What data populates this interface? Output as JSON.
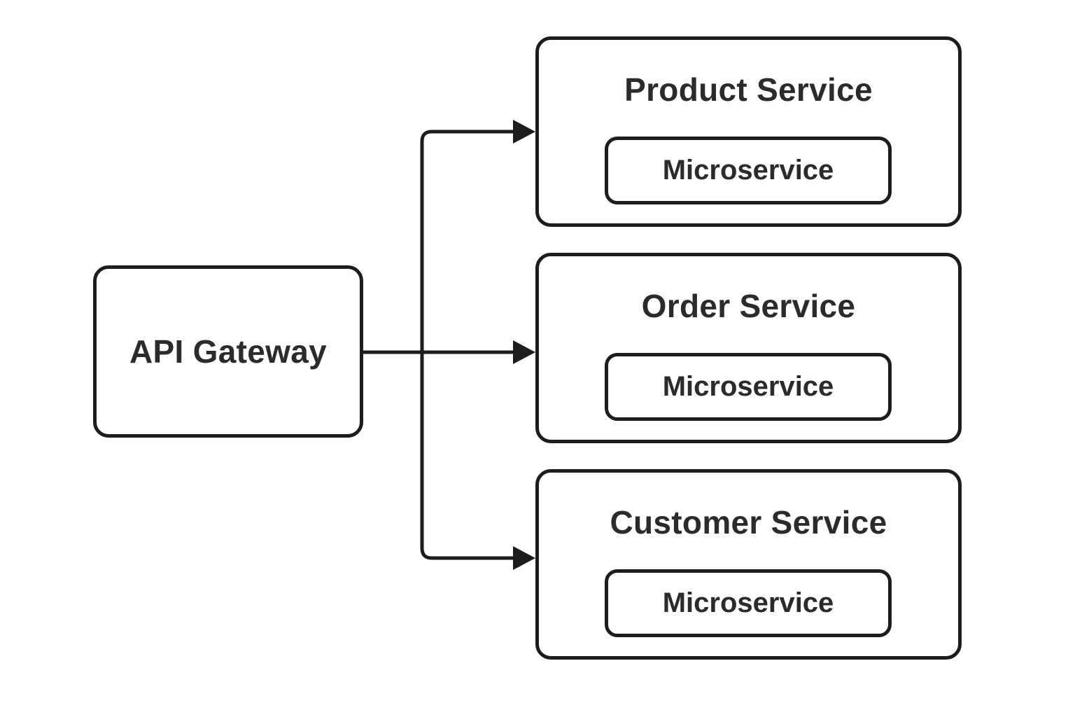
{
  "diagram": {
    "type": "flowchart",
    "background": "#ffffff",
    "colors": {
      "stroke": "#1d1d1f",
      "text": "#2b2b2e",
      "node_fill": "#ffffff"
    },
    "gateway": {
      "label": "API Gateway"
    },
    "services": [
      {
        "title": "Product Service",
        "badge": "Microservice"
      },
      {
        "title": "Order Service",
        "badge": "Microservice"
      },
      {
        "title": "Customer Service",
        "badge": "Microservice"
      }
    ],
    "edges": [
      {
        "from": "API Gateway",
        "to": "Product Service"
      },
      {
        "from": "API Gateway",
        "to": "Order Service"
      },
      {
        "from": "API Gateway",
        "to": "Customer Service"
      }
    ]
  }
}
